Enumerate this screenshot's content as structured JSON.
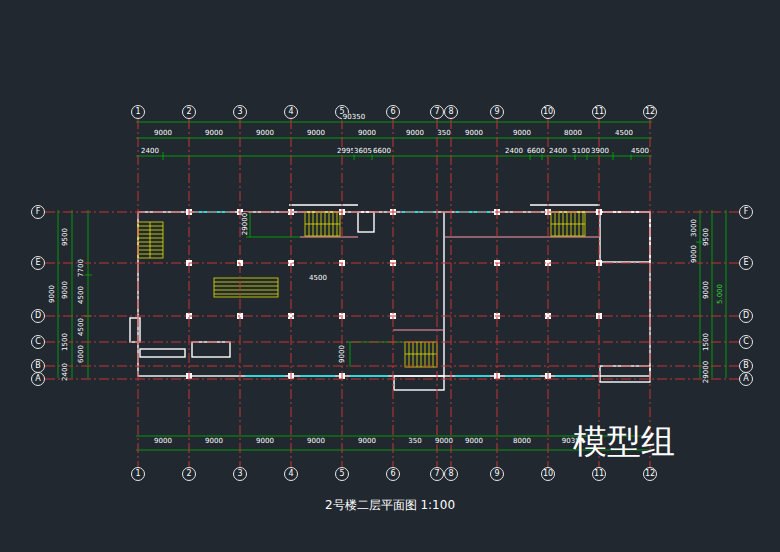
{
  "diagram": {
    "caption": "2号楼二层平面图 1:100",
    "nodes": [
      {
        "text": [
          "1"
        ]
      },
      {
        "text": [
          "2"
        ]
      },
      {
        "text": [
          "3"
        ]
      },
      {
        "text": [
          "4"
        ]
      },
      {
        "text": [
          "5"
        ]
      },
      {
        "text": [
          "6"
        ]
      },
      {
        "text": [
          "7"
        ]
      },
      {
        "text": [
          "8"
        ]
      },
      {
        "text": [
          "9"
        ]
      },
      {
        "text": [
          "10"
        ]
      },
      {
        "text": [
          "11"
        ]
      },
      {
        "text": [
          "12"
        ]
      },
      {
        "text": [
          "F"
        ]
      },
      {
        "text": [
          "F"
        ]
      },
      {
        "text": [
          "E"
        ]
      },
      {
        "text": [
          "E"
        ]
      },
      {
        "text": [
          "D"
        ]
      },
      {
        "text": [
          "D"
        ]
      },
      {
        "text": [
          "C"
        ]
      },
      {
        "text": [
          "C"
        ]
      },
      {
        "text": [
          "B"
        ]
      },
      {
        "text": [
          "B"
        ]
      },
      {
        "text": [
          "A"
        ]
      },
      {
        "text": [
          "A"
        ]
      },
      {
        "text": [
          "1"
        ]
      },
      {
        "text": [
          "2"
        ]
      },
      {
        "text": [
          "3"
        ]
      },
      {
        "text": [
          "4"
        ]
      },
      {
        "text": [
          "5"
        ]
      },
      {
        "text": [
          "6"
        ]
      },
      {
        "text": [
          "7"
        ]
      },
      {
        "text": [
          "8"
        ]
      },
      {
        "text": [
          "9"
        ]
      },
      {
        "text": [
          "10"
        ]
      },
      {
        "text": [
          "11"
        ]
      },
      {
        "text": [
          "12"
        ]
      }
    ],
    "edges": [
      {
        "from": 0,
        "to": 24,
        "arrow": "none"
      },
      {
        "from": 1,
        "to": 25,
        "arrow": "none"
      },
      {
        "from": 2,
        "to": 26,
        "arrow": "none"
      },
      {
        "from": 3,
        "to": 27,
        "arrow": "none"
      },
      {
        "from": 4,
        "to": 28,
        "arrow": "none"
      },
      {
        "from": 5,
        "to": 29,
        "arrow": "none"
      },
      {
        "from": 6,
        "to": 30,
        "arrow": "none"
      },
      {
        "from": 7,
        "to": 31,
        "arrow": "none"
      },
      {
        "from": 8,
        "to": 32,
        "arrow": "none"
      },
      {
        "from": 9,
        "to": 33,
        "arrow": "none"
      },
      {
        "from": 10,
        "to": 34,
        "arrow": "none"
      },
      {
        "from": 11,
        "to": 35,
        "arrow": "none"
      },
      {
        "from": 12,
        "to": 13,
        "arrow": "none"
      },
      {
        "from": 14,
        "to": 15,
        "arrow": "none"
      },
      {
        "from": 16,
        "to": 17,
        "arrow": "none"
      },
      {
        "from": 18,
        "to": 19,
        "arrow": "none"
      },
      {
        "from": 20,
        "to": 21,
        "arrow": "none"
      },
      {
        "from": 22,
        "to": 23,
        "arrow": "none"
      }
    ],
    "labels": [
      "90350",
      "9000",
      "9000",
      "9000",
      "9000",
      "9000",
      "9000",
      "350",
      "9000",
      "9000",
      "8000",
      "4500",
      "2400",
      "2995",
      "3605",
      "6600",
      "2400",
      "6600",
      "2400",
      "5100",
      "3900",
      "4500",
      "29000",
      "9000",
      "9500",
      "9000",
      "1500",
      "2400",
      "7700",
      "4500",
      "4500",
      "6000",
      "3000",
      "9000",
      "9500",
      "9000",
      "1500",
      "29000",
      "5.000",
      "4500",
      "9000",
      "9000",
      "9000",
      "9000",
      "9000",
      "9000",
      "350",
      "9000",
      "9000",
      "8000",
      "90350",
      "模型组"
    ]
  }
}
